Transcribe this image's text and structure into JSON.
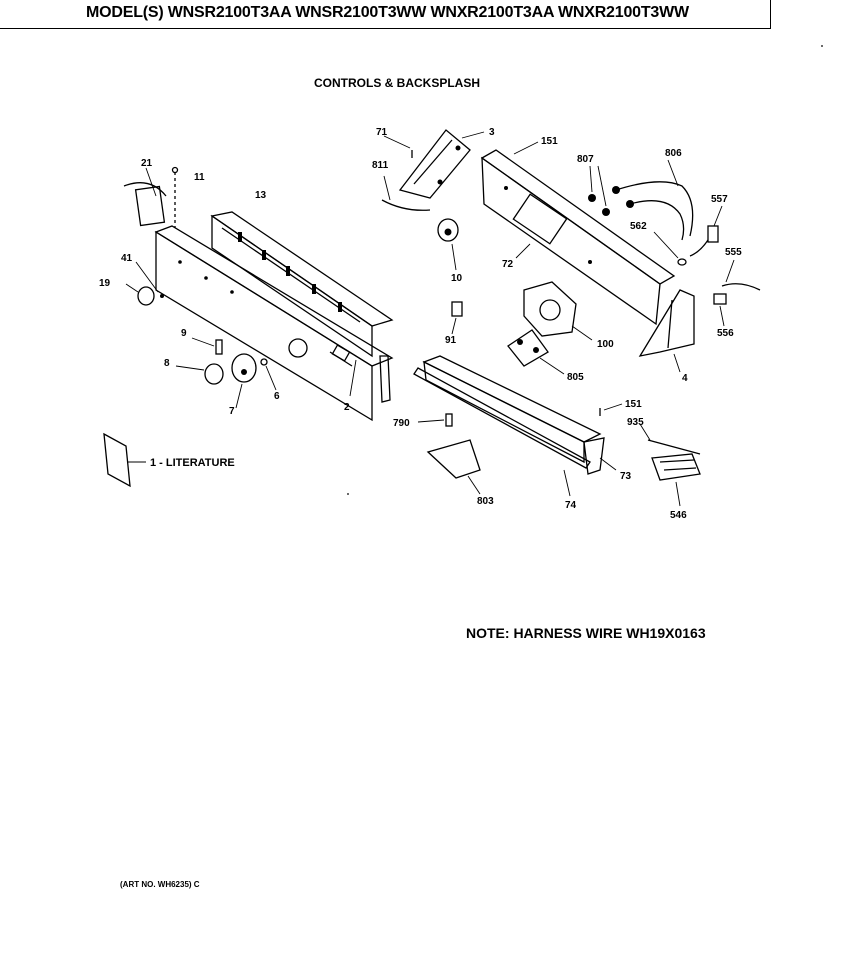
{
  "header": {
    "model_line": "MODEL(S) WNSR2100T3AA  WNSR2100T3WW  WNXR2100T3AA  WNXR2100T3WW"
  },
  "section_title": "CONTROLS & BACKSPLASH",
  "note": "NOTE: HARNESS WIRE WH19X0163",
  "art_no": "(ART NO. WH6235) C",
  "literature_label": "1 - LITERATURE",
  "callouts": {
    "p2": "2",
    "p3": "3",
    "p4": "4",
    "p6": "6",
    "p7": "7",
    "p8": "8",
    "p9": "9",
    "p10": "10",
    "p11": "11",
    "p13": "13",
    "p19": "19",
    "p21": "21",
    "p41": "41",
    "p71": "71",
    "p72": "72",
    "p73": "73",
    "p74": "74",
    "p91": "91",
    "p100": "100",
    "p151a": "151",
    "p151b": "151",
    "p546": "546",
    "p555": "555",
    "p556": "556",
    "p557": "557",
    "p562": "562",
    "p790": "790",
    "p803": "803",
    "p805": "805",
    "p806": "806",
    "p807": "807",
    "p811": "811",
    "p935": "935"
  }
}
